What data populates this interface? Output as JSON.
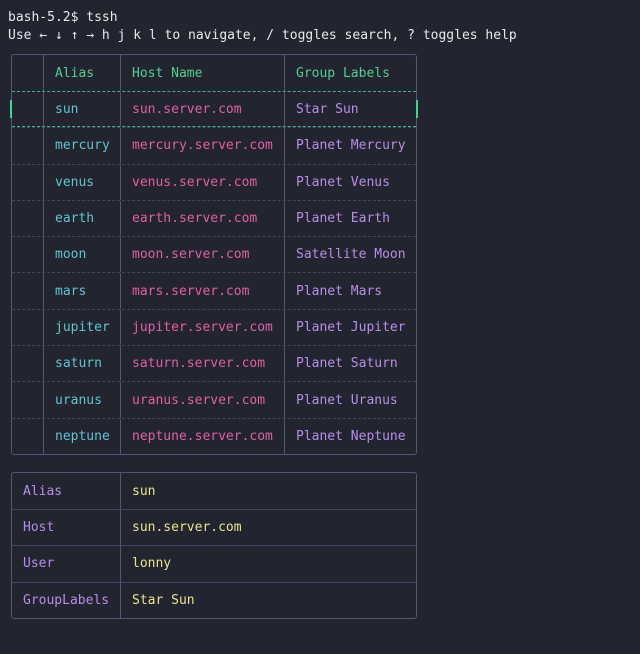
{
  "terminal": {
    "prompt": "bash-5.2$ tssh",
    "help": "Use ← ↓ ↑ → h j k l to navigate, / toggles search, ? toggles help"
  },
  "hosts_table": {
    "headers": {
      "alias": "Alias",
      "host": "Host Name",
      "group": "Group Labels"
    },
    "selected_index": 0,
    "rows": [
      {
        "alias": "sun",
        "host": "sun.server.com",
        "group": "Star Sun"
      },
      {
        "alias": "mercury",
        "host": "mercury.server.com",
        "group": "Planet Mercury"
      },
      {
        "alias": "venus",
        "host": "venus.server.com",
        "group": "Planet Venus"
      },
      {
        "alias": "earth",
        "host": "earth.server.com",
        "group": "Planet Earth"
      },
      {
        "alias": "moon",
        "host": "moon.server.com",
        "group": "Satellite Moon"
      },
      {
        "alias": "mars",
        "host": "mars.server.com",
        "group": "Planet Mars"
      },
      {
        "alias": "jupiter",
        "host": "jupiter.server.com",
        "group": "Planet Jupiter"
      },
      {
        "alias": "saturn",
        "host": "saturn.server.com",
        "group": "Planet Saturn"
      },
      {
        "alias": "uranus",
        "host": "uranus.server.com",
        "group": "Planet Uranus"
      },
      {
        "alias": "neptune",
        "host": "neptune.server.com",
        "group": "Planet Neptune"
      }
    ]
  },
  "details": [
    {
      "key": "Alias",
      "value": "sun"
    },
    {
      "key": "Host",
      "value": "sun.server.com"
    },
    {
      "key": "User",
      "value": "lonny"
    },
    {
      "key": "GroupLabels",
      "value": "Star Sun"
    }
  ],
  "colors": {
    "background": "#22252f",
    "header": "#4fd08d",
    "alias": "#5fc4d4",
    "hostname": "#e05fa6",
    "group": "#b88de6",
    "detail_value": "#e9e58a",
    "selection": "#3fd38f",
    "border": "#4e5874"
  }
}
